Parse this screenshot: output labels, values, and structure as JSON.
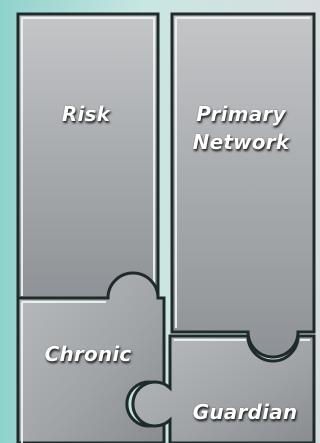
{
  "pieces": {
    "risk": {
      "label": "Risk"
    },
    "primary_network": {
      "line1": "Primary",
      "line2": "Network"
    },
    "chronic": {
      "label": "Chronic"
    },
    "guardian": {
      "label": "Guardian"
    }
  },
  "colors": {
    "background_left": "#8fd2cc",
    "background_right": "#d7dddf",
    "piece_fill_top": "#c4c6c8",
    "piece_fill_bottom": "#8e9296",
    "outline": "#1f2a2a",
    "highlight": "#eef4f4",
    "label": "#ffffff"
  }
}
